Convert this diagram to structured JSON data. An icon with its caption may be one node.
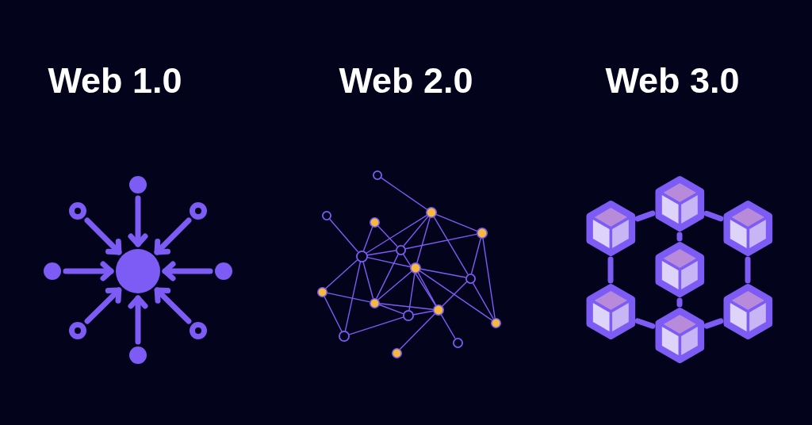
{
  "diagram": {
    "nodes": [
      {
        "text": [],
        "shape": "circle"
      },
      {
        "text": [],
        "shape": "ring"
      },
      {
        "text": [],
        "shape": "ring"
      },
      {
        "text": [],
        "shape": "circle"
      },
      {
        "text": [],
        "shape": "circle"
      },
      {
        "text": [],
        "shape": "circle"
      },
      {
        "text": [],
        "shape": "ring"
      },
      {
        "text": [],
        "shape": "ring"
      },
      {
        "text": [],
        "shape": "circle"
      },
      {
        "text": [],
        "shape": "ring"
      },
      {
        "text": [],
        "shape": "circle"
      },
      {
        "text": [],
        "shape": "ring"
      },
      {
        "text": [],
        "shape": "circle"
      },
      {
        "text": [],
        "shape": "circle"
      },
      {
        "text": [],
        "shape": "ring"
      },
      {
        "text": [],
        "shape": "ring"
      },
      {
        "text": [],
        "shape": "circle"
      },
      {
        "text": [],
        "shape": "ring"
      },
      {
        "text": [],
        "shape": "circle"
      },
      {
        "text": [],
        "shape": "circle"
      },
      {
        "text": [],
        "shape": "circle"
      },
      {
        "text": [],
        "shape": "ring"
      },
      {
        "text": [],
        "shape": "circle"
      },
      {
        "text": [],
        "shape": "ring"
      },
      {
        "text": [],
        "shape": "ring"
      },
      {
        "text": [],
        "shape": "circle"
      },
      {
        "text": [],
        "shape": "cube"
      },
      {
        "text": [],
        "shape": "cube"
      },
      {
        "text": [],
        "shape": "cube"
      },
      {
        "text": [],
        "shape": "cube"
      },
      {
        "text": [],
        "shape": "cube"
      },
      {
        "text": [],
        "shape": "cube"
      },
      {
        "text": [],
        "shape": "cube"
      }
    ],
    "edges": [
      {
        "from": 0,
        "to": 4,
        "arrow": "to",
        "style": "thick"
      },
      {
        "from": 1,
        "to": 4,
        "arrow": "to",
        "style": "thick"
      },
      {
        "from": 2,
        "to": 4,
        "arrow": "to",
        "style": "thick"
      },
      {
        "from": 3,
        "to": 4,
        "arrow": "to",
        "style": "thick"
      },
      {
        "from": 5,
        "to": 4,
        "arrow": "to",
        "style": "thick"
      },
      {
        "from": 6,
        "to": 4,
        "arrow": "to",
        "style": "thick"
      },
      {
        "from": 7,
        "to": 4,
        "arrow": "to",
        "style": "thick"
      },
      {
        "from": 8,
        "to": 4,
        "arrow": "to",
        "style": "thick"
      },
      {
        "from": 9,
        "to": 10,
        "arrow": "none"
      },
      {
        "from": 10,
        "to": 13,
        "arrow": "none"
      },
      {
        "from": 10,
        "to": 15,
        "arrow": "none"
      },
      {
        "from": 10,
        "to": 14,
        "arrow": "none"
      },
      {
        "from": 10,
        "to": 16,
        "arrow": "none"
      },
      {
        "from": 10,
        "to": 17,
        "arrow": "none"
      },
      {
        "from": 11,
        "to": 15,
        "arrow": "none"
      },
      {
        "from": 12,
        "to": 15,
        "arrow": "none"
      },
      {
        "from": 12,
        "to": 14,
        "arrow": "none"
      },
      {
        "from": 13,
        "to": 14,
        "arrow": "none"
      },
      {
        "from": 13,
        "to": 17,
        "arrow": "none"
      },
      {
        "from": 13,
        "to": 22,
        "arrow": "none"
      },
      {
        "from": 15,
        "to": 14,
        "arrow": "none"
      },
      {
        "from": 15,
        "to": 16,
        "arrow": "none"
      },
      {
        "from": 15,
        "to": 18,
        "arrow": "none"
      },
      {
        "from": 15,
        "to": 23,
        "arrow": "none"
      },
      {
        "from": 15,
        "to": 19,
        "arrow": "none"
      },
      {
        "from": 14,
        "to": 19,
        "arrow": "none"
      },
      {
        "from": 14,
        "to": 20,
        "arrow": "none"
      },
      {
        "from": 16,
        "to": 19,
        "arrow": "none"
      },
      {
        "from": 16,
        "to": 21,
        "arrow": "none"
      },
      {
        "from": 16,
        "to": 20,
        "arrow": "none"
      },
      {
        "from": 16,
        "to": 17,
        "arrow": "none"
      },
      {
        "from": 16,
        "to": 22,
        "arrow": "none"
      },
      {
        "from": 17,
        "to": 20,
        "arrow": "none"
      },
      {
        "from": 17,
        "to": 22,
        "arrow": "none"
      },
      {
        "from": 18,
        "to": 19,
        "arrow": "none"
      },
      {
        "from": 18,
        "to": 23,
        "arrow": "none"
      },
      {
        "from": 19,
        "to": 20,
        "arrow": "none"
      },
      {
        "from": 19,
        "to": 21,
        "arrow": "none"
      },
      {
        "from": 21,
        "to": 20,
        "arrow": "none"
      },
      {
        "from": 21,
        "to": 23,
        "arrow": "none"
      },
      {
        "from": 20,
        "to": 25,
        "arrow": "none"
      },
      {
        "from": 20,
        "to": 24,
        "arrow": "none"
      },
      {
        "from": 26,
        "to": 27,
        "arrow": "none",
        "style": "thick"
      },
      {
        "from": 26,
        "to": 28,
        "arrow": "none",
        "style": "thick"
      },
      {
        "from": 26,
        "to": 29,
        "arrow": "none",
        "style": "thick"
      },
      {
        "from": 27,
        "to": 30,
        "arrow": "none",
        "style": "thick"
      },
      {
        "from": 28,
        "to": 31,
        "arrow": "none",
        "style": "thick"
      },
      {
        "from": 29,
        "to": 32,
        "arrow": "none",
        "style": "thick"
      },
      {
        "from": 30,
        "to": 32,
        "arrow": "none",
        "style": "thick"
      },
      {
        "from": 31,
        "to": 32,
        "arrow": "none",
        "style": "thick"
      }
    ],
    "labels": [
      "Web 1.0",
      "Web 2.0",
      "Web 3.0"
    ]
  }
}
